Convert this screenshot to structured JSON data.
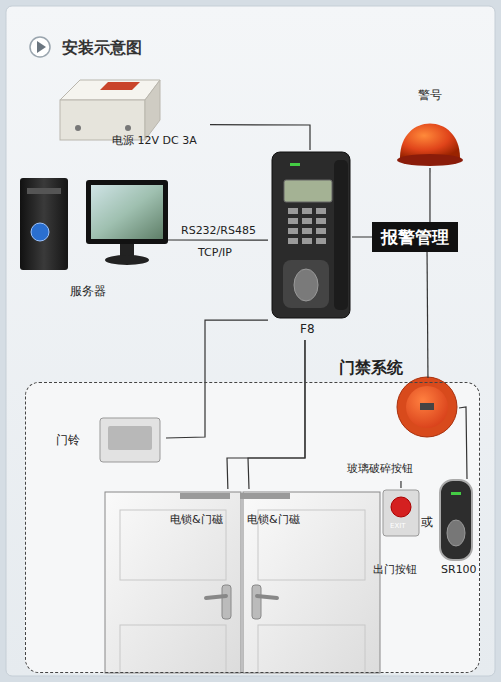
{
  "diagram": {
    "title": "安装示意图",
    "nodes": [
      {
        "text": [
          "电源 12V DC 3A"
        ]
      },
      {
        "text": [
          "服务器"
        ]
      },
      {
        "text": [
          "F8"
        ]
      },
      {
        "text": [
          "警号"
        ]
      },
      {
        "text": [
          "报警管理"
        ]
      },
      {
        "text": [
          "门禁系统"
        ]
      },
      {
        "text": [
          "门铃"
        ],
        "in": 5
      },
      {
        "text": [
          "玻璃破碎按钮"
        ],
        "in": 5
      },
      {
        "text": [
          "电锁&门磁"
        ],
        "in": 5
      },
      {
        "text": [
          "电锁&门磁"
        ],
        "in": 5
      },
      {
        "text": [
          "出门按钮"
        ],
        "in": 5
      },
      {
        "text": [
          "SR100"
        ],
        "in": 5
      }
    ],
    "edges": [
      {
        "from": 0,
        "to": 2,
        "arrow": "none"
      },
      {
        "from": 1,
        "to": 2,
        "label": "RS232/RS485",
        "arrow": "none"
      },
      {
        "from": 2,
        "to": 4,
        "arrow": "none"
      },
      {
        "from": 3,
        "to": 4,
        "arrow": "none"
      },
      {
        "from": 4,
        "to": 7,
        "arrow": "none"
      },
      {
        "from": 2,
        "to": 6,
        "arrow": "none"
      },
      {
        "from": 2,
        "to": 8,
        "arrow": "none"
      },
      {
        "from": 2,
        "to": 9,
        "arrow": "none"
      },
      {
        "from": 7,
        "to": 10,
        "arrow": "none"
      },
      {
        "from": 7,
        "to": 11,
        "arrow": "none"
      }
    ],
    "labels": [
      "TCP/IP",
      "或",
      "EXIT"
    ]
  }
}
